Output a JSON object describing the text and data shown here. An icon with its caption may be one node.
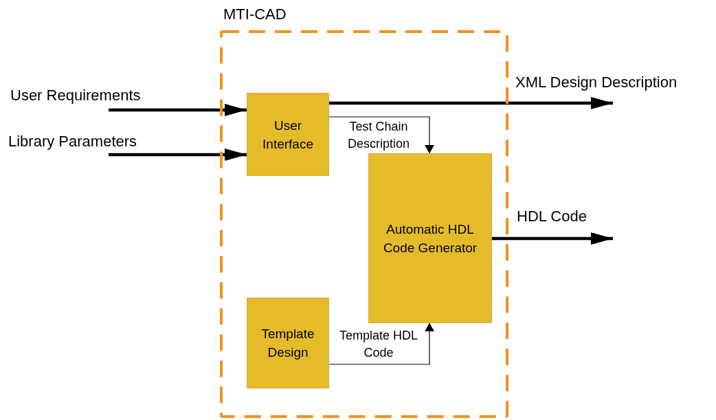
{
  "diagram": {
    "nodes": [
      {
        "text": [
          "MTI-CAD"
        ]
      },
      {
        "text": [
          "User Interface"
        ],
        "in": 0
      },
      {
        "text": [
          "Automatic HDL Code Generator"
        ],
        "in": 0
      },
      {
        "text": [
          "Template Design"
        ],
        "in": 0
      }
    ],
    "edges": [
      {
        "from": null,
        "to": 1,
        "arrow": "to",
        "label": "User Requirements"
      },
      {
        "from": null,
        "to": 1,
        "arrow": "to",
        "label": "Library Parameters"
      },
      {
        "from": 1,
        "to": null,
        "arrow": "to",
        "label": "XML Design Description"
      },
      {
        "from": 1,
        "to": 2,
        "arrow": "to",
        "label": "Test Chain Description"
      },
      {
        "from": 2,
        "to": null,
        "arrow": "to",
        "label": "HDL Code"
      },
      {
        "from": 3,
        "to": 2,
        "arrow": "to",
        "label": "Template HDL Code"
      }
    ]
  }
}
